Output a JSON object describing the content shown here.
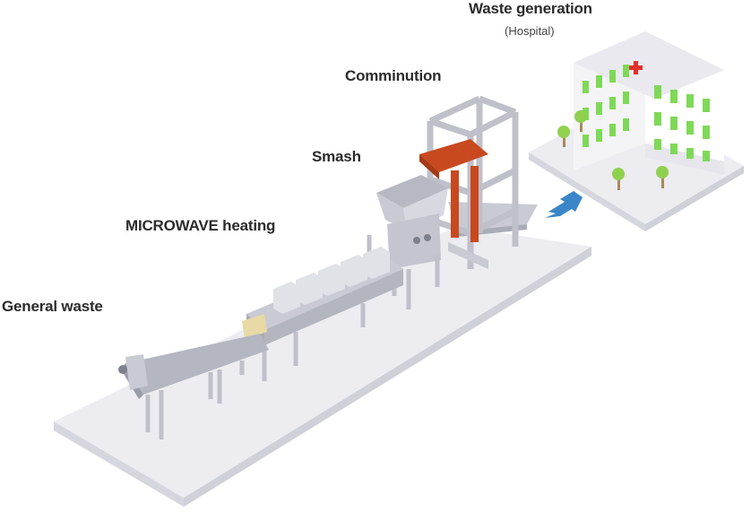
{
  "labels": {
    "waste_generation": "Waste generation",
    "hospital": "(Hospital)",
    "comminution": "Comminution",
    "smash": "Smash",
    "microwave_heating": "MICROWAVE heating",
    "general_waste": "General waste"
  },
  "colors": {
    "platform_top": "#ececf1",
    "platform_side": "#d6d6de",
    "machine": "#c9cad3",
    "machine_dark": "#9a9ca8",
    "frame": "#bfc0c9",
    "chute": "#c8491f",
    "arrow": "#3a86c8",
    "window_green": "#7ed957",
    "cross_red": "#e0312b",
    "tree_green": "#8fd14f"
  }
}
